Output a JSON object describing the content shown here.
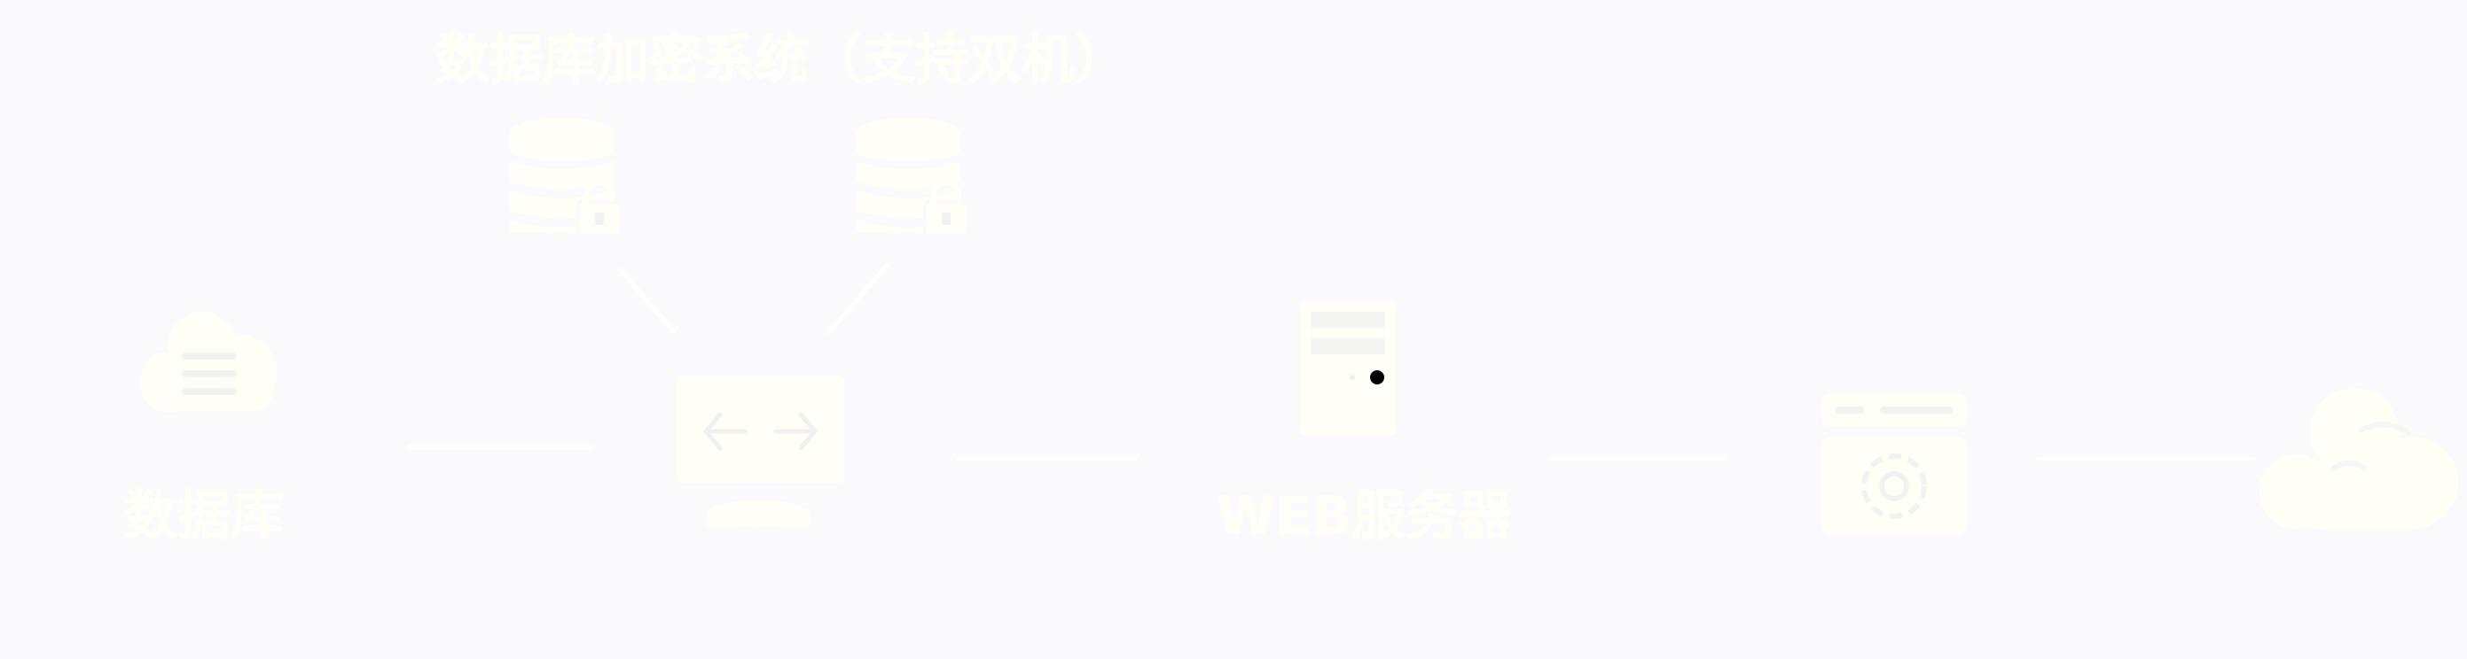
{
  "diagram": {
    "title": "数据库加密系统（支持双机）",
    "database_label": "数据库",
    "web_server_label": "WEB服务器"
  },
  "colors": {
    "background": "#fafafc",
    "foreground": "#fffff8",
    "dot": "#000000"
  },
  "icons": {
    "left_cloud": "cloud-database-icon",
    "encrypted_db_1": "encrypted-database-icon",
    "encrypted_db_2": "encrypted-database-icon",
    "switch": "network-switch-icon",
    "web_server": "server-tower-icon",
    "browser": "web-browser-icon",
    "right_cloud": "cloud-icon"
  }
}
